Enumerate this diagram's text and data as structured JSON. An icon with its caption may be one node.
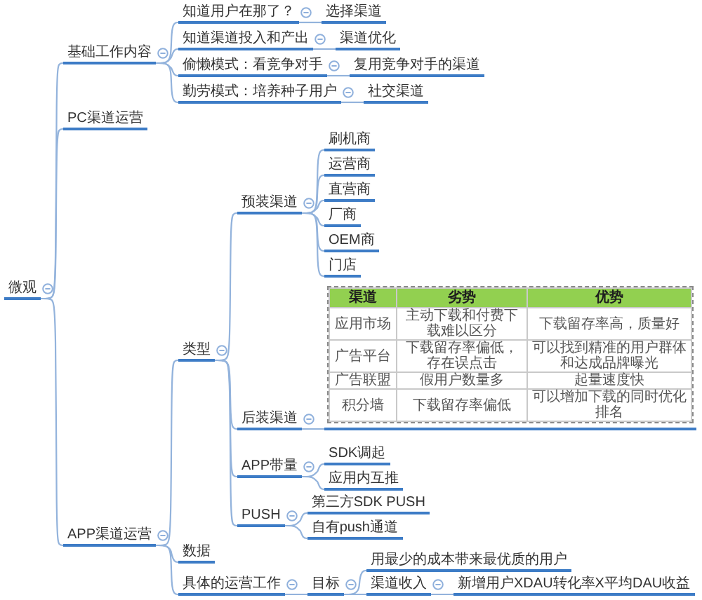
{
  "diagram": {
    "nodes": [
      {
        "text": [
          "微观"
        ]
      },
      {
        "text": [
          "基础工作内容"
        ]
      },
      {
        "text": [
          "知道用户在那了？"
        ]
      },
      {
        "text": [
          "选择渠道"
        ]
      },
      {
        "text": [
          "知道渠道投入和产出"
        ]
      },
      {
        "text": [
          "渠道优化"
        ]
      },
      {
        "text": [
          "偷懒模式：看竞争对手"
        ]
      },
      {
        "text": [
          "复用竞争对手的渠道"
        ]
      },
      {
        "text": [
          "勤劳模式：培养种子用户"
        ]
      },
      {
        "text": [
          "社交渠道"
        ]
      },
      {
        "text": [
          "PC渠道运营"
        ]
      },
      {
        "text": [
          "APP渠道运营"
        ]
      },
      {
        "text": [
          "类型"
        ]
      },
      {
        "text": [
          "预装渠道"
        ]
      },
      {
        "text": [
          "刷机商"
        ]
      },
      {
        "text": [
          "运营商"
        ]
      },
      {
        "text": [
          "直营商"
        ]
      },
      {
        "text": [
          "厂商"
        ]
      },
      {
        "text": [
          "OEM商"
        ]
      },
      {
        "text": [
          "门店"
        ]
      },
      {
        "text": [
          "后装渠道"
        ]
      },
      {
        "text": [
          "渠道",
          "劣势",
          "优势",
          "应用市场",
          "主动下载和付费下载难以区分",
          "下载留存率高，质量好",
          "广告平台",
          "下载留存率偏低，存在误点击",
          "可以找到精准的用户群体和达成品牌曝光",
          "广告联盟",
          "假用户数量多",
          "起量速度快",
          "积分墙",
          "下载留存率偏低",
          "可以增加下载的同时优化排名"
        ]
      },
      {
        "text": [
          "APP带量"
        ]
      },
      {
        "text": [
          "SDK调起"
        ]
      },
      {
        "text": [
          "应用内互推"
        ]
      },
      {
        "text": [
          "PUSH"
        ]
      },
      {
        "text": [
          "第三方SDK PUSH"
        ]
      },
      {
        "text": [
          "自有push通道"
        ]
      },
      {
        "text": [
          "数据"
        ]
      },
      {
        "text": [
          "具体的运营工作"
        ]
      },
      {
        "text": [
          "目标"
        ]
      },
      {
        "text": [
          "用最少的成本带来最优质的用户"
        ]
      },
      {
        "text": [
          "渠道收入"
        ]
      },
      {
        "text": [
          "新增用户XDAU转化率X平均DAU收益"
        ]
      }
    ],
    "edges": [
      {
        "from": 0,
        "to": 1,
        "arrow": "none"
      },
      {
        "from": 1,
        "to": 2,
        "arrow": "none"
      },
      {
        "from": 2,
        "to": 3,
        "arrow": "none"
      },
      {
        "from": 1,
        "to": 4,
        "arrow": "none"
      },
      {
        "from": 4,
        "to": 5,
        "arrow": "none"
      },
      {
        "from": 1,
        "to": 6,
        "arrow": "none"
      },
      {
        "from": 6,
        "to": 7,
        "arrow": "none"
      },
      {
        "from": 1,
        "to": 8,
        "arrow": "none"
      },
      {
        "from": 8,
        "to": 9,
        "arrow": "none"
      },
      {
        "from": 0,
        "to": 10,
        "arrow": "none"
      },
      {
        "from": 0,
        "to": 11,
        "arrow": "none"
      },
      {
        "from": 11,
        "to": 12,
        "arrow": "none"
      },
      {
        "from": 12,
        "to": 13,
        "arrow": "none"
      },
      {
        "from": 13,
        "to": 14,
        "arrow": "none"
      },
      {
        "from": 13,
        "to": 15,
        "arrow": "none"
      },
      {
        "from": 13,
        "to": 16,
        "arrow": "none"
      },
      {
        "from": 13,
        "to": 17,
        "arrow": "none"
      },
      {
        "from": 13,
        "to": 18,
        "arrow": "none"
      },
      {
        "from": 13,
        "to": 19,
        "arrow": "none"
      },
      {
        "from": 12,
        "to": 20,
        "arrow": "none"
      },
      {
        "from": 20,
        "to": 21,
        "arrow": "none"
      },
      {
        "from": 12,
        "to": 22,
        "arrow": "none"
      },
      {
        "from": 22,
        "to": 23,
        "arrow": "none"
      },
      {
        "from": 22,
        "to": 24,
        "arrow": "none"
      },
      {
        "from": 12,
        "to": 25,
        "arrow": "none"
      },
      {
        "from": 25,
        "to": 26,
        "arrow": "none"
      },
      {
        "from": 25,
        "to": 27,
        "arrow": "none"
      },
      {
        "from": 11,
        "to": 28,
        "arrow": "none"
      },
      {
        "from": 11,
        "to": 29,
        "arrow": "none"
      },
      {
        "from": 29,
        "to": 30,
        "arrow": "none"
      },
      {
        "from": 30,
        "to": 31,
        "arrow": "none"
      },
      {
        "from": 30,
        "to": 32,
        "arrow": "none"
      },
      {
        "from": 32,
        "to": 33,
        "arrow": "none"
      }
    ]
  }
}
